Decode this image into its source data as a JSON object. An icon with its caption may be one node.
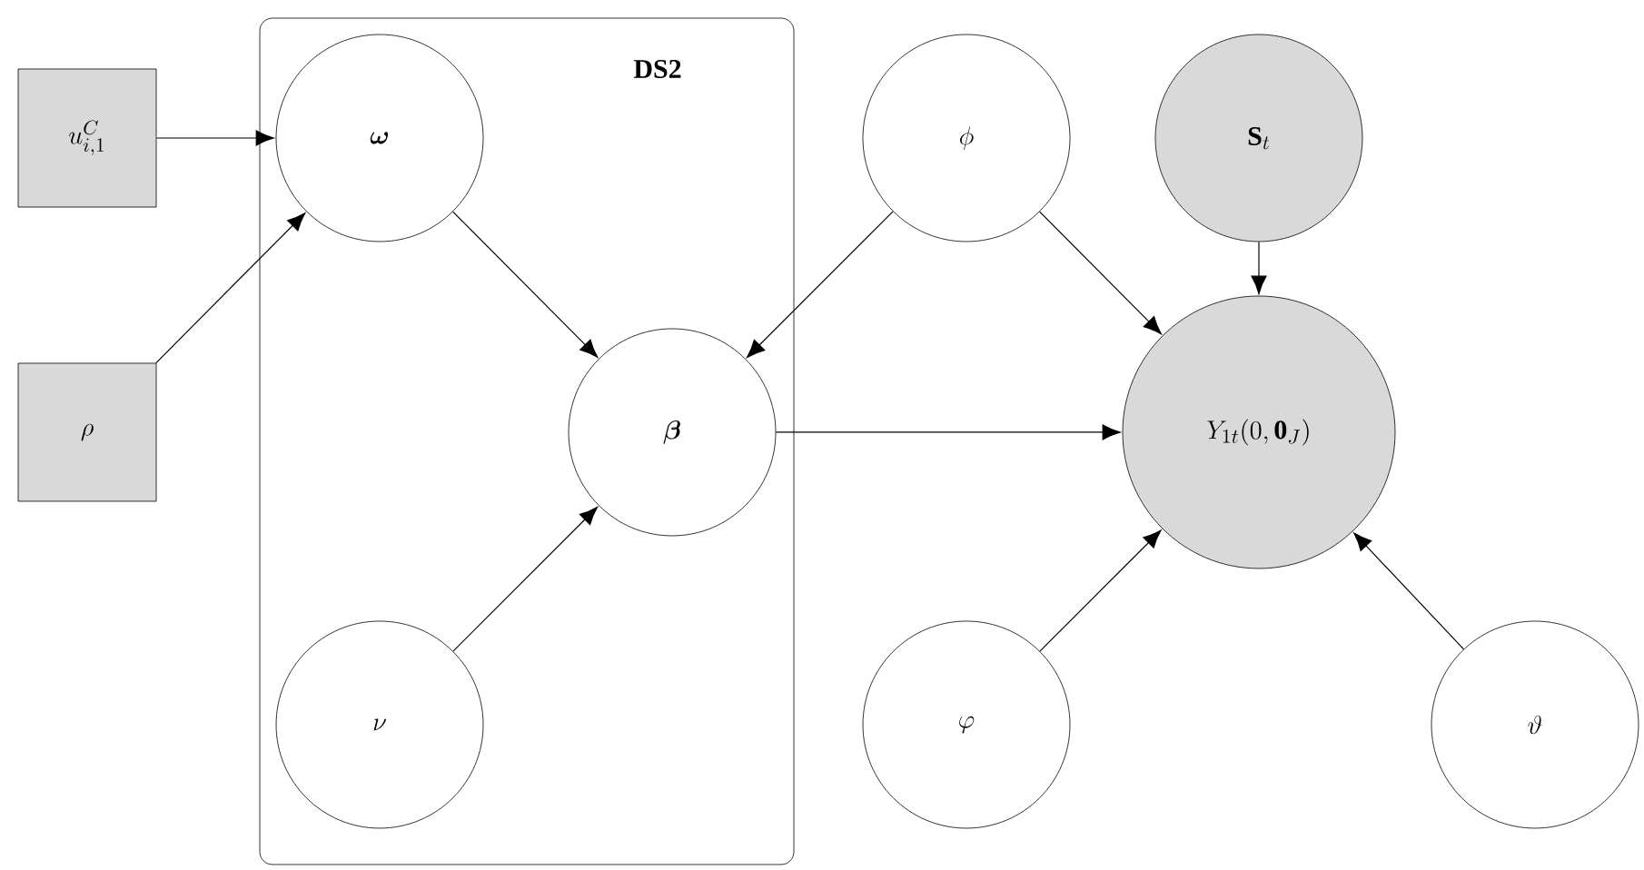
{
  "diagram": {
    "nodes": [
      {
        "text": [
          "u_{i,1}^{C}"
        ]
      },
      {
        "text": [
          "DS2"
        ]
      },
      {
        "text": [
          "\\boldsymbol{\\omega}"
        ],
        "in": 1
      },
      {
        "text": [
          "\\rho"
        ]
      },
      {
        "text": [
          "\\boldsymbol{\\beta}"
        ],
        "in": 1
      },
      {
        "text": [
          "\\nu"
        ],
        "in": 1
      },
      {
        "text": [
          "\\phi"
        ]
      },
      {
        "text": [
          "\\mathbf{S}_t"
        ]
      },
      {
        "text": [
          "Y_{1t}(0,\\mathbf{0}_J)"
        ]
      },
      {
        "text": [
          "\\varphi"
        ]
      },
      {
        "text": [
          "\\vartheta"
        ]
      }
    ],
    "edges": [
      {
        "from": 0,
        "to": 2,
        "arrow": "to"
      },
      {
        "from": 3,
        "to": 2,
        "arrow": "to"
      },
      {
        "from": 2,
        "to": 4,
        "arrow": "to"
      },
      {
        "from": 5,
        "to": 4,
        "arrow": "to"
      },
      {
        "from": 6,
        "to": 4,
        "arrow": "to"
      },
      {
        "from": 6,
        "to": 8,
        "arrow": "to"
      },
      {
        "from": 7,
        "to": 8,
        "arrow": "to"
      },
      {
        "from": 4,
        "to": 8,
        "arrow": "to"
      },
      {
        "from": 9,
        "to": 8,
        "arrow": "to"
      },
      {
        "from": 10,
        "to": 8,
        "arrow": "to"
      }
    ]
  }
}
